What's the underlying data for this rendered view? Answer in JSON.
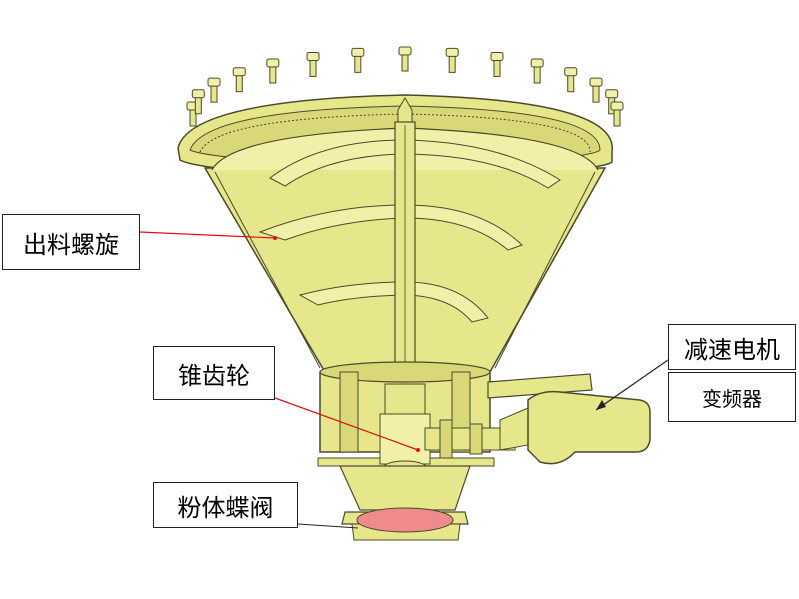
{
  "labels": {
    "discharge_spiral": "出料螺旋",
    "bevel_gear": "锥齿轮",
    "reduction_motor": "减速电机",
    "vfd": "变频器",
    "powder_butterfly_valve": "粉体蝶阀"
  },
  "colors": {
    "body": "#e6e68a",
    "body_light": "#f0f0a8",
    "body_dark": "#c9c96a",
    "outline": "#4a4a2a",
    "leader": "#e01010",
    "valve_disc": "#f08b8b"
  },
  "icons": [
    "bolt-icon"
  ]
}
